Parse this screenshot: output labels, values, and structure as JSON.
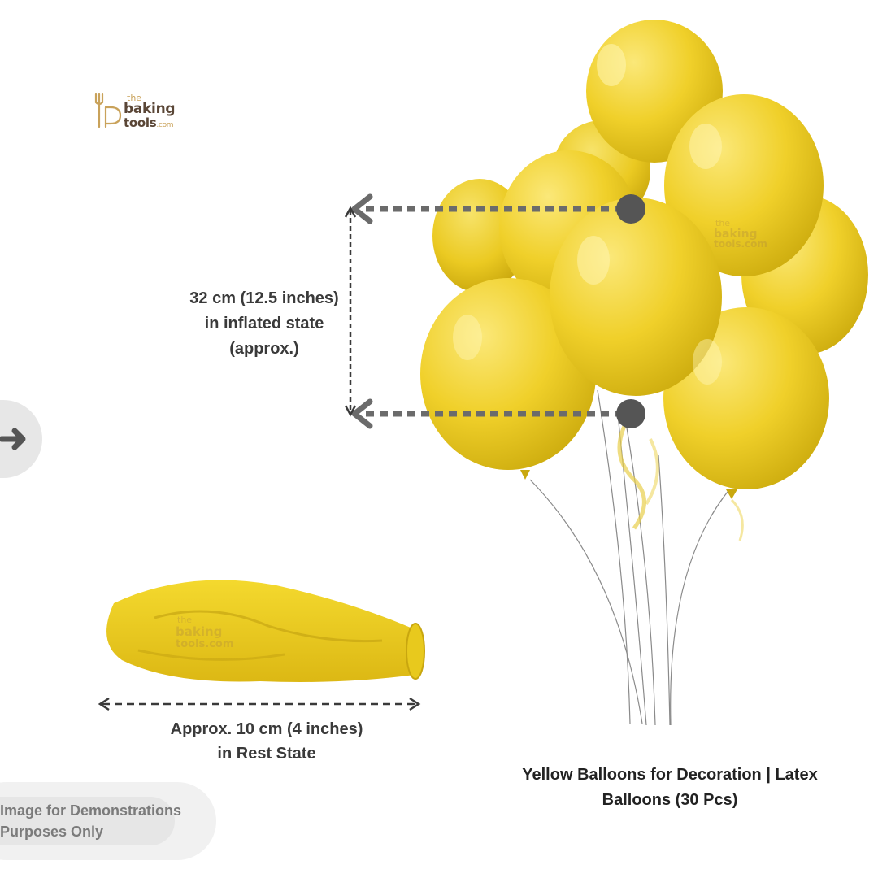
{
  "logo": {
    "line1": "the",
    "line2": "baking",
    "line3": "tools",
    "suffix": ".com"
  },
  "dimensions": {
    "inflated": {
      "line1": "32 cm (12.5 inches)",
      "line2": "in inflated state",
      "line3": "(approx.)"
    },
    "rest": {
      "line1": "Approx. 10 cm (4 inches)",
      "line2": "in Rest State"
    }
  },
  "product": {
    "title_line1": "Yellow Balloons for Decoration | Latex",
    "title_line2": "Balloons (30 Pcs)"
  },
  "disclaimer": {
    "line1": "Image for Demonstrations",
    "line2": "Purposes Only"
  },
  "watermark": {
    "line1": "the",
    "line2": "baking",
    "line3": "tools.com"
  },
  "icons": {
    "nav": "arrow-right-icon"
  },
  "colors": {
    "balloon": "#f2d32a",
    "balloon_shade": "#d9b80f",
    "dim_line": "#6b6b6b",
    "text": "#3a3a3a"
  }
}
